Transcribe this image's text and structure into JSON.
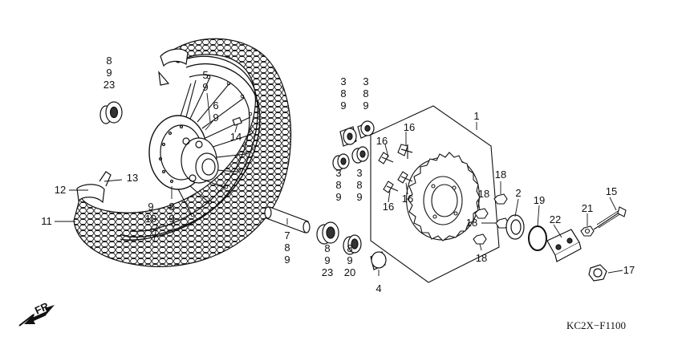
{
  "diagram": {
    "code": "KC2X−F1100",
    "front_label": "FR.",
    "callouts": {
      "c_8_9_23_top": [
        "8",
        "9",
        "23"
      ],
      "c_5_9": [
        "5",
        "9"
      ],
      "c_6_9": [
        "6",
        "9"
      ],
      "c_14": [
        "14"
      ],
      "c_13": [
        "13"
      ],
      "c_12": [
        "12"
      ],
      "c_11": [
        "11"
      ],
      "c_9_10": [
        "9",
        "10"
      ],
      "c_8_9_mid": [
        "8",
        "9"
      ],
      "c_3_8_9_a": [
        "3",
        "8",
        "9"
      ],
      "c_3_8_9_b": [
        "3",
        "8",
        "9"
      ],
      "c_3_8_9_c": [
        "3",
        "8",
        "9"
      ],
      "c_3_8_9_d": [
        "3",
        "8",
        "9"
      ],
      "c_16_a": [
        "16"
      ],
      "c_16_b": [
        "16"
      ],
      "c_16_c": [
        "16"
      ],
      "c_16_d": [
        "16"
      ],
      "c_1": [
        "1"
      ],
      "c_18_a": [
        "18"
      ],
      "c_18_b": [
        "18"
      ],
      "c_18_c": [
        "18"
      ],
      "c_18_d": [
        "18"
      ],
      "c_2": [
        "2"
      ],
      "c_19": [
        "19"
      ],
      "c_22": [
        "22"
      ],
      "c_21": [
        "21"
      ],
      "c_15": [
        "15"
      ],
      "c_17": [
        "17"
      ],
      "c_7_8_9": [
        "7",
        "8",
        "9"
      ],
      "c_8_9_23_bot": [
        "8",
        "9",
        "23"
      ],
      "c_8_9_20": [
        "8",
        "9",
        "20"
      ],
      "c_4": [
        "4"
      ]
    }
  }
}
